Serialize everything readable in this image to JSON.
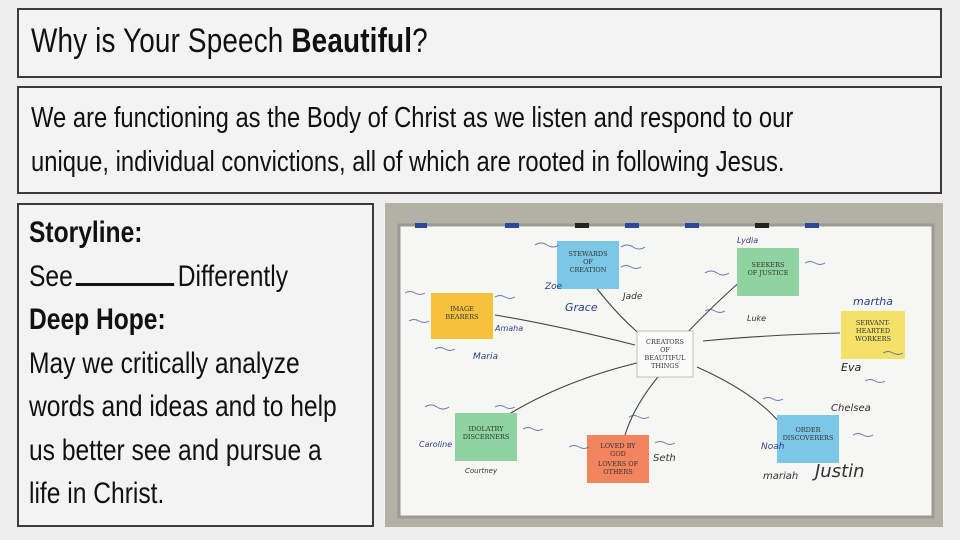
{
  "title": {
    "prefix": "Why is Your Speech ",
    "bold": "Beautiful",
    "suffix": "?"
  },
  "subtitle": {
    "line1": "We are functioning as the Body of Christ as we listen and respond to our",
    "line2": "unique, individual convictions, all of which are rooted in following Jesus."
  },
  "sidebar": {
    "storyline_heading": "Storyline:",
    "storyline_see": "See",
    "storyline_differently": "Differently",
    "deep_hope_heading": "Deep Hope:",
    "deep_hope_lines": [
      "May we critically analyze",
      "words and ideas and to help",
      "us better see and pursue a",
      "life in Christ."
    ]
  },
  "board": {
    "center": [
      "CREATORS",
      "OF",
      "BEAUTIFUL",
      "THINGS"
    ],
    "notes": [
      {
        "lines": [
          "STEWARDS",
          "OF",
          "CREATION"
        ],
        "color": "#7cc7e6"
      },
      {
        "lines": [
          "SEEKERS",
          "OF JUSTICE"
        ],
        "color": "#8fd4a0"
      },
      {
        "lines": [
          "IMAGE",
          "BEARERS"
        ],
        "color": "#f6c23e"
      },
      {
        "lines": [
          "SERVANT-",
          "HEARTED",
          "WORKERS"
        ],
        "color": "#f4e16a"
      },
      {
        "lines": [
          "IDOLATRY",
          "DISCERNERS"
        ],
        "color": "#8fd4a0"
      },
      {
        "lines": [
          "LOVED BY",
          "GOD",
          "LOVERS OF",
          "OTHERS"
        ],
        "color": "#f2845f"
      },
      {
        "lines": [
          "ORDER",
          "DISCOVERERS"
        ],
        "color": "#7cc7e6"
      }
    ],
    "names": [
      "Grace",
      "Jade",
      "Lydia",
      "martha",
      "Eva",
      "Maria",
      "Amaha",
      "Justin",
      "Chelsea",
      "mariah",
      "Seth",
      "Caroline",
      "Courtney",
      "Luke",
      "Noah",
      "Zoe"
    ]
  },
  "colors": {
    "frame": "#3a3a3a",
    "panel": "#f3f3f3",
    "background": "#eeeeee"
  }
}
